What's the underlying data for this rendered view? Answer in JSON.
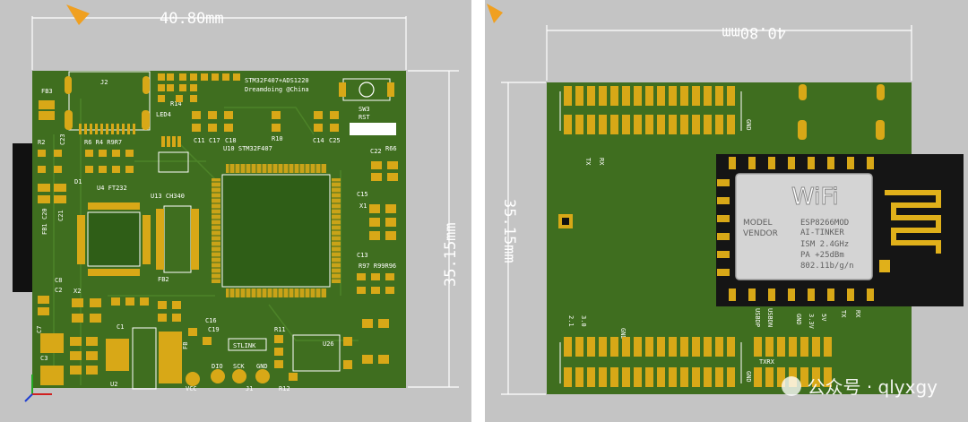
{
  "left_board": {
    "dim_width": "40.80mm",
    "dim_height": "35.15mm",
    "title_line1": "STM32F407+ADS1220",
    "title_line2": "Dreamdoing @China",
    "chip_labels": {
      "u10": "U10 STM32F407",
      "u4": "U4 FT232",
      "u13": "U13 CH340",
      "u2": "U2",
      "u26": "U26"
    },
    "component_labels": {
      "j2": "J2",
      "fb3": "FB3",
      "led4": "LED4",
      "r14": "R14",
      "sw3": "SW3",
      "rst": "RST",
      "c23": "C23",
      "r2": "R2",
      "r6r4r9r7": "R6 R4 R9R7",
      "c11": "C11",
      "c17": "C17",
      "c18": "C18",
      "r10": "R10",
      "c14": "C14",
      "c25": "C25",
      "c22": "C22",
      "r66": "R66",
      "d1": "D1",
      "c15": "C15",
      "x1": "X1",
      "fb1": "FB1",
      "c20": "C20",
      "c21": "C21",
      "c13": "C13",
      "r97r99r96": "R97 R99R96",
      "c8": "C8",
      "c2": "C2",
      "x2": "X2",
      "fb2": "FB2",
      "c1": "C1",
      "c7": "C7",
      "c3": "C3",
      "c16": "C16",
      "c19": "C19",
      "fb": "FB",
      "r11": "R11",
      "r12": "R12",
      "j1": "J1",
      "stlink": "STLINK",
      "vcc": "VCC",
      "dio": "DIO",
      "sck": "SCK",
      "gnd": "GND"
    }
  },
  "right_board": {
    "dim_width": "40.80mm",
    "dim_height": "35.15mm",
    "module_label_model": "MODEL",
    "module_label_vendor": "VENDOR",
    "module_name": "ESP8266MOD",
    "module_maker": "AI-TINKER",
    "module_ism": "ISM   2.4GHz",
    "module_pa": "PA    +25dBm",
    "module_std": "802.11b/g/n",
    "wifi_logo": "WiFi",
    "labels": {
      "gnd_top": "GND",
      "tx": "TX",
      "rx": "RX",
      "pin_21": "2.1",
      "pin_30": "3.0",
      "gnd_bottom": "GND",
      "usbdp": "USBDP",
      "usbdn": "USBDN",
      "gnd_pin": "GND",
      "v33": "3.3V",
      "v5": "5V",
      "tx_pin": "TX",
      "rx_pin": "RX",
      "txrx": "TXRX",
      "gnd_corner": "GND"
    }
  },
  "watermark": "公众号 · qlyxgy",
  "colors": {
    "board": "#3f6e1f",
    "pad": "#d8a817",
    "background": "#c4c4c4",
    "silkscreen": "#ffffff",
    "module_black": "#151515",
    "shield": "#d4d4d4"
  }
}
